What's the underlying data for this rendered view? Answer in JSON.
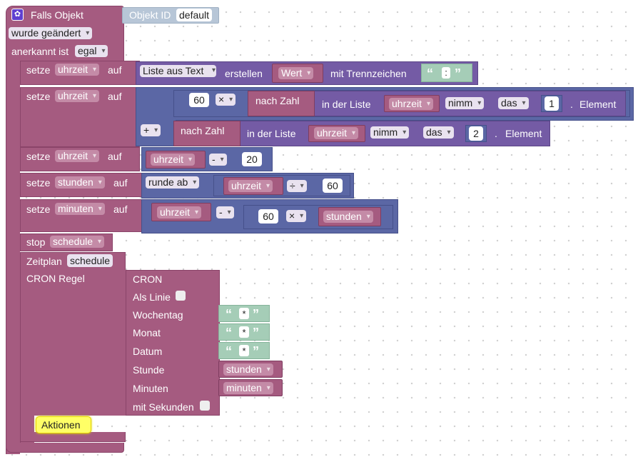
{
  "trigger": {
    "title": "Falls Objekt",
    "object_id_label": "Objekt ID",
    "object_id_value": "default",
    "event_value": "wurde geändert",
    "ack_label": "anerkannt ist",
    "ack_value": "egal"
  },
  "labels": {
    "setze": "setze",
    "auf": "auf",
    "liste_aus_text": "Liste aus Text",
    "erstellen": "erstellen",
    "mit_trennzeichen": "mit Trennzeichen",
    "nach_zahl": "nach Zahl",
    "in_der_liste": "in der Liste",
    "element": "Element",
    "stop": "stop",
    "zeitplan": "Zeitplan",
    "cron_regel": "CRON Regel",
    "cron": "CRON",
    "als_linie": "Als Linie",
    "wochentag": "Wochentag",
    "monat": "Monat",
    "datum": "Datum",
    "stunde": "Stunde",
    "minuten_label": "Minuten",
    "mit_sekunden": "mit Sekunden",
    "aktionen": "Aktionen",
    "dot": "."
  },
  "vars": {
    "uhrzeit": "uhrzeit",
    "stunden": "stunden",
    "minuten": "minuten",
    "wert": "Wert",
    "schedule": "schedule"
  },
  "values": {
    "separator": ":",
    "sixty": "60",
    "twenty": "20",
    "one": "1",
    "two": "2",
    "star": "*"
  },
  "ops": {
    "times": "×",
    "plus": "+",
    "minus": "-",
    "divide": "÷",
    "runde_ab": "runde ab",
    "nimm": "nimm",
    "das": "das"
  },
  "quotes": {
    "open": "“",
    "close": "”"
  },
  "colors": {
    "hat_block": "#a55b80",
    "list_block": "#745ba5",
    "math_block": "#5b67a5",
    "text_block": "#a5cdb7",
    "comment_bubble": "#ffff66"
  }
}
